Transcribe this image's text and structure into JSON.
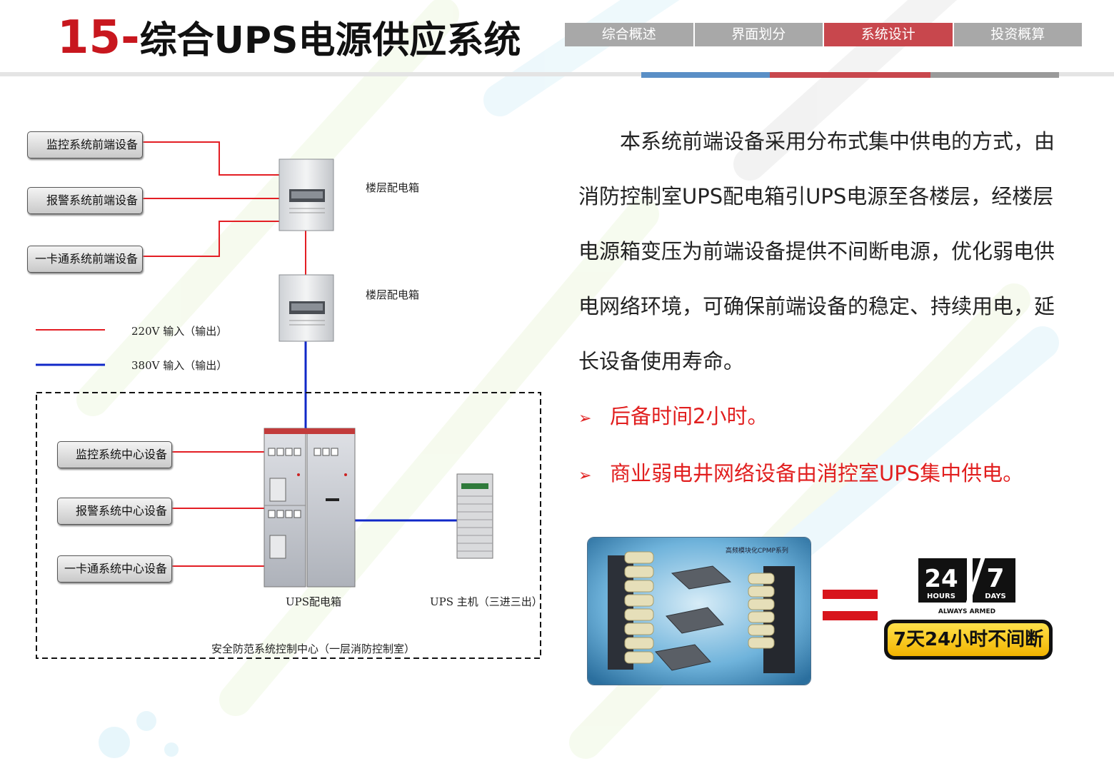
{
  "header": {
    "title_number": "15",
    "title_sep": "-",
    "title_text": "综合UPS电源供应系统",
    "tabs": [
      {
        "label": "综合概述",
        "active": false
      },
      {
        "label": "界面划分",
        "active": false
      },
      {
        "label": "系统设计",
        "active": true
      },
      {
        "label": "投资概算",
        "active": false
      }
    ]
  },
  "colors": {
    "title_red": "#c8171e",
    "tab_gray": "#a8a8a8",
    "tab_active": "#c8474d",
    "accent_blue": "#5a8fc6",
    "line_220v": "#e31e24",
    "line_380v": "#1028c8"
  },
  "diagram": {
    "front_devices": [
      "监控系统前端设备",
      "报警系统前端设备",
      "一卡通系统前端设备"
    ],
    "center_devices": [
      "监控系统中心设备",
      "报警系统中心设备",
      "一卡通系统中心设备"
    ],
    "floor_box_label_1": "楼层配电箱",
    "floor_box_label_2": "楼层配电箱",
    "legend_220v": "220V 输入（输出）",
    "legend_380v": "380V 输入（输出）",
    "ups_cabinet_label": "UPS配电箱",
    "ups_host_label": "UPS 主机（三进三出）",
    "control_center_label": "安全防范系统控制中心（一层消防控制室）"
  },
  "content": {
    "paragraph": "本系统前端设备采用分布式集中供电的方式，由消防控制室UPS配电箱引UPS电源至各楼层，经楼层电源箱变压为前端设备提供不间断电源，优化弱电供电网络环境，可确保前端设备的稳定、持续用电，延长设备使用寿命。",
    "bullets": [
      "后备时间2小时。",
      "商业弱电井网络设备由消控室UPS集中供电。"
    ]
  },
  "promo": {
    "photo_caption": "高频模块化CPMP系列",
    "logo_24": "24",
    "logo_7": "7",
    "logo_hours": "HOURS",
    "logo_days": "DAYS",
    "logo_tagline": "ALWAYS ARMED",
    "badge_text": "7天24小时不间断"
  }
}
